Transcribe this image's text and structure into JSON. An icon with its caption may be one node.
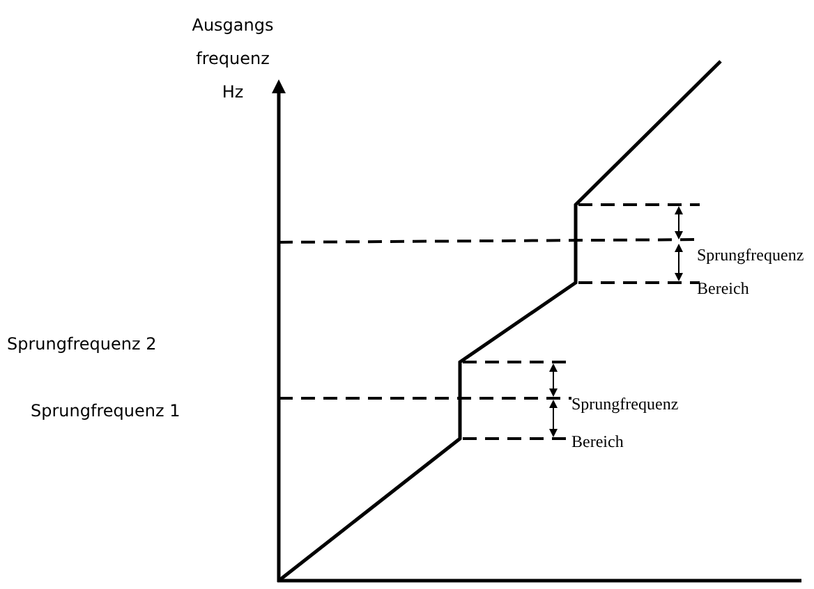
{
  "diagram": {
    "labels": [
      "Ausgangs frequenz Hz",
      "Sprungfrequenz 2",
      "Sprungfrequenz 1",
      "Sprungfrequenz",
      "Bereich",
      "Sprungfrequenz",
      "Bereich"
    ]
  }
}
